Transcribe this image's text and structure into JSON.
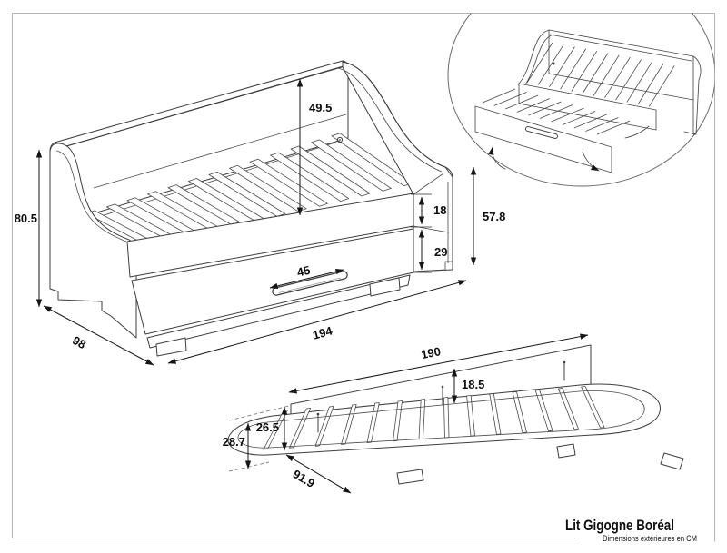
{
  "title_block": {
    "title": "Lit Gigogne Boréal",
    "subtitle": "Dimensions extérieures en CM"
  },
  "main_view": {
    "dims": {
      "total_height": "80.5",
      "backrest_height": "49.5",
      "rail_height": "18",
      "drawer_height": "29",
      "side_height": "57.8",
      "handle_length": "45",
      "depth": "98",
      "length": "194"
    }
  },
  "trundle_view": {
    "dims": {
      "length": "190",
      "backboard_height": "18.5",
      "panel_height": "26.5",
      "total_height": "28.7",
      "depth": "91.9"
    }
  },
  "colors": {
    "line": "#3d3d3d",
    "dimension_line": "#151515",
    "text": "#0d0d0d",
    "frame_border": "#b3b3b3"
  }
}
